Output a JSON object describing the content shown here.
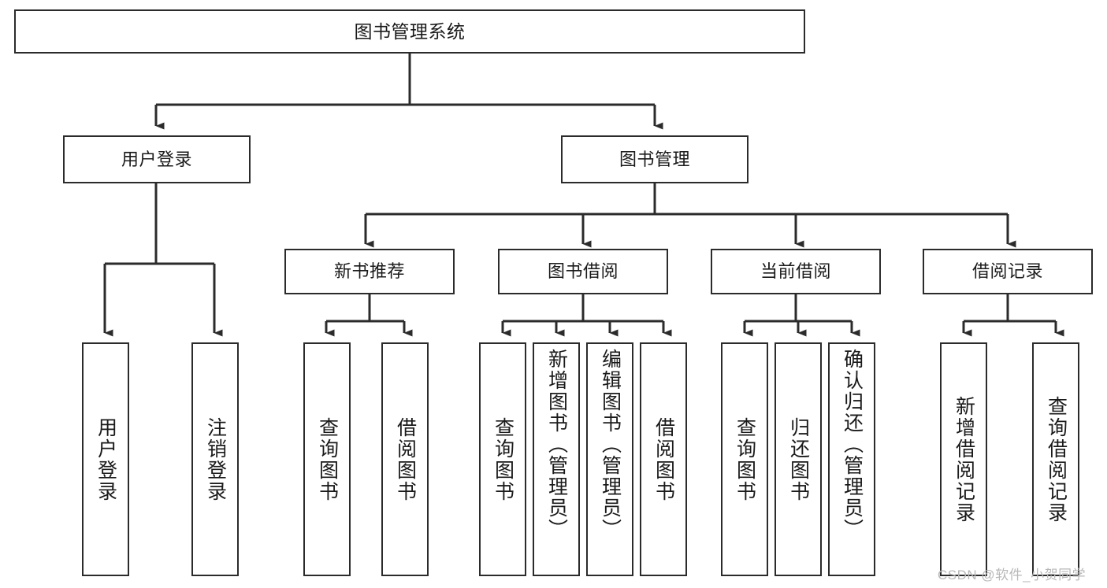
{
  "diagram": {
    "title": "图书管理系统",
    "type": "tree-hierarchy-diagram",
    "watermark": "CSDN @软件_小贺同学",
    "colors": {
      "stroke": "#2b2b2b",
      "fill": "#ffffff",
      "text": "#1a1a1a",
      "watermark": "#b8b8b8"
    },
    "nodes": {
      "root": {
        "label": "图书管理系统"
      },
      "level1": [
        {
          "id": "user-login",
          "label": "用户登录"
        },
        {
          "id": "book-management",
          "label": "图书管理"
        }
      ],
      "level2": [
        {
          "id": "new-book-recommend",
          "label": "新书推荐"
        },
        {
          "id": "book-borrow",
          "label": "图书借阅"
        },
        {
          "id": "current-borrow",
          "label": "当前借阅"
        },
        {
          "id": "borrow-record",
          "label": "借阅记录"
        }
      ],
      "leaves": {
        "user-login": [
          {
            "id": "leaf-user-login",
            "label": "用户登录"
          },
          {
            "id": "leaf-logout-login",
            "label": "注销登录"
          }
        ],
        "new-book-recommend": [
          {
            "id": "leaf-query-book-1",
            "label": "查询图书"
          },
          {
            "id": "leaf-borrow-book-1",
            "label": "借阅图书"
          }
        ],
        "book-borrow": [
          {
            "id": "leaf-query-book-2",
            "label": "查询图书"
          },
          {
            "id": "leaf-add-book",
            "label": "新增图书（管理员）"
          },
          {
            "id": "leaf-edit-book",
            "label": "编辑图书（管理员）"
          },
          {
            "id": "leaf-borrow-book-2",
            "label": "借阅图书"
          }
        ],
        "current-borrow": [
          {
            "id": "leaf-query-book-3",
            "label": "查询图书"
          },
          {
            "id": "leaf-return-book",
            "label": "归还图书"
          },
          {
            "id": "leaf-confirm-return",
            "label": "确认归还（管理员）"
          }
        ],
        "borrow-record": [
          {
            "id": "leaf-add-record",
            "label": "新增借阅记录"
          },
          {
            "id": "leaf-query-record",
            "label": "查询借阅记录"
          }
        ]
      }
    }
  }
}
